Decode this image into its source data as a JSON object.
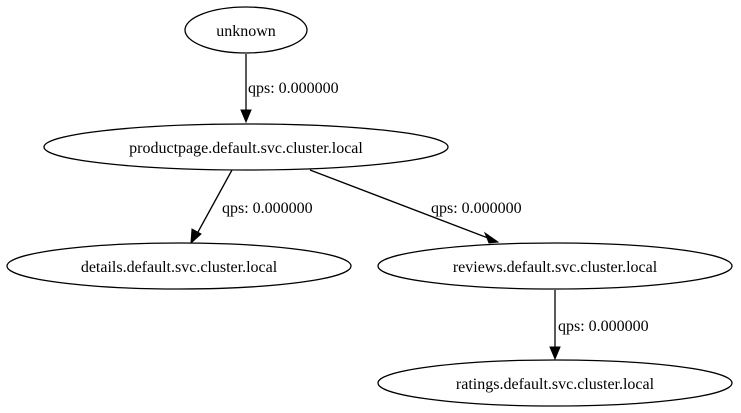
{
  "graph": {
    "nodes": {
      "unknown": "unknown",
      "productpage": "productpage.default.svc.cluster.local",
      "details": "details.default.svc.cluster.local",
      "reviews": "reviews.default.svc.cluster.local",
      "ratings": "ratings.default.svc.cluster.local"
    },
    "edges": {
      "unknown_to_productpage": "qps: 0.000000",
      "productpage_to_details": "qps: 0.000000",
      "productpage_to_reviews": "qps: 0.000000",
      "reviews_to_ratings": "qps: 0.000000"
    },
    "colors": {
      "stroke": "#000000",
      "background": "#ffffff"
    }
  }
}
